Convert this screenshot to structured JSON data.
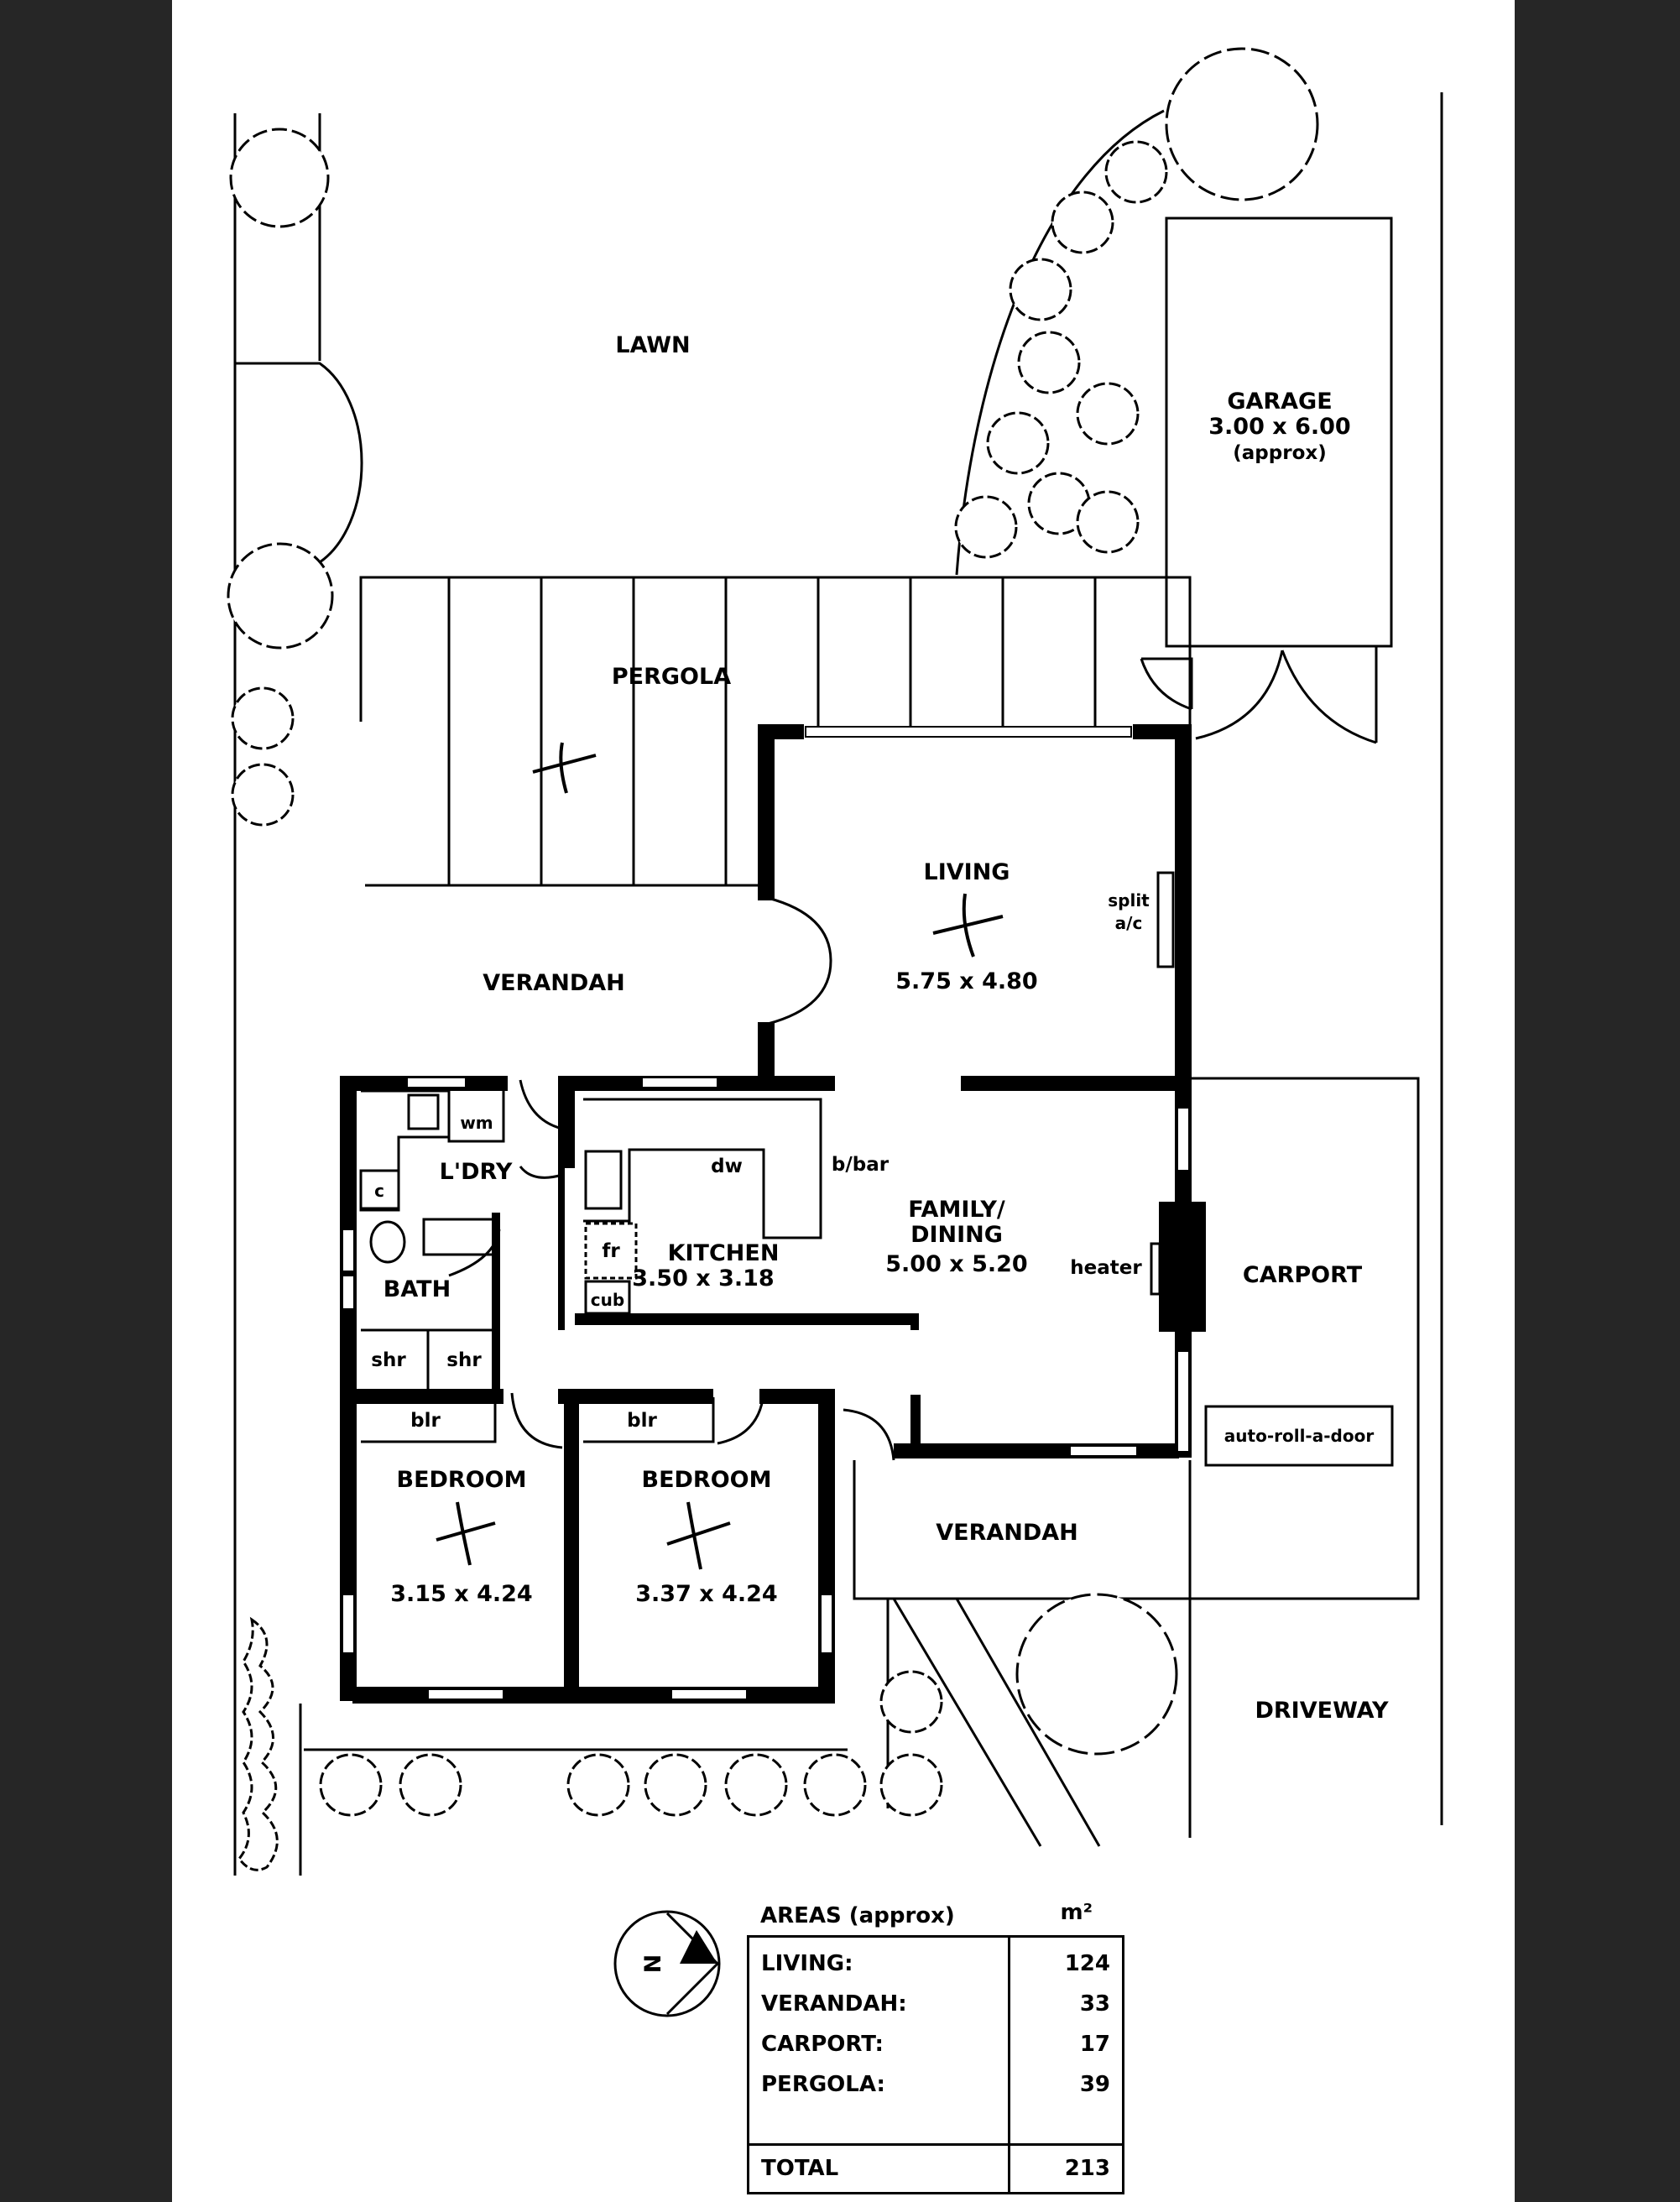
{
  "colors": {
    "background": "#262626",
    "sheet": "#ffffff",
    "ink": "#000000"
  },
  "labels": {
    "lawn": "LAWN",
    "garage": "GARAGE",
    "garage_dim": "3.00 x 6.00",
    "garage_note": "(approx)",
    "pergola": "PERGOLA",
    "living": "LIVING",
    "living_dim": "5.75 x 4.80",
    "split_ac_1": "split",
    "split_ac_2": "a/c",
    "verandah_west": "VERANDAH",
    "wm": "wm",
    "laundry": "L'DRY",
    "cupboard_c": "c",
    "dw": "dw",
    "bbar": "b/bar",
    "family_1": "FAMILY/",
    "family_2": "DINING",
    "family_dim": "5.00 x 5.20",
    "kitchen": "KITCHEN",
    "kitchen_dim": "3.50 x 3.18",
    "fr": "fr",
    "cub": "cub",
    "bath": "BATH",
    "shr_left": "shr",
    "shr_right": "shr",
    "heater": "heater",
    "carport": "CARPORT",
    "auto_door": "auto-roll-a-door",
    "blr_1": "blr",
    "blr_2": "blr",
    "bedroom_1": "BEDROOM",
    "bedroom_1_dim": "3.15 x 4.24",
    "bedroom_2": "BEDROOM",
    "bedroom_2_dim": "3.37 x 4.24",
    "verandah_south": "VERANDAH",
    "driveway": "DRIVEWAY",
    "north": "N"
  },
  "areas": {
    "title": "AREAS (approx)",
    "unit": "m²",
    "rows": [
      {
        "label": "LIVING:",
        "value": "124"
      },
      {
        "label": "VERANDAH:",
        "value": "33"
      },
      {
        "label": "CARPORT:",
        "value": "17"
      },
      {
        "label": "PERGOLA:",
        "value": "39"
      }
    ],
    "total_label": "TOTAL",
    "total_value": "213"
  }
}
